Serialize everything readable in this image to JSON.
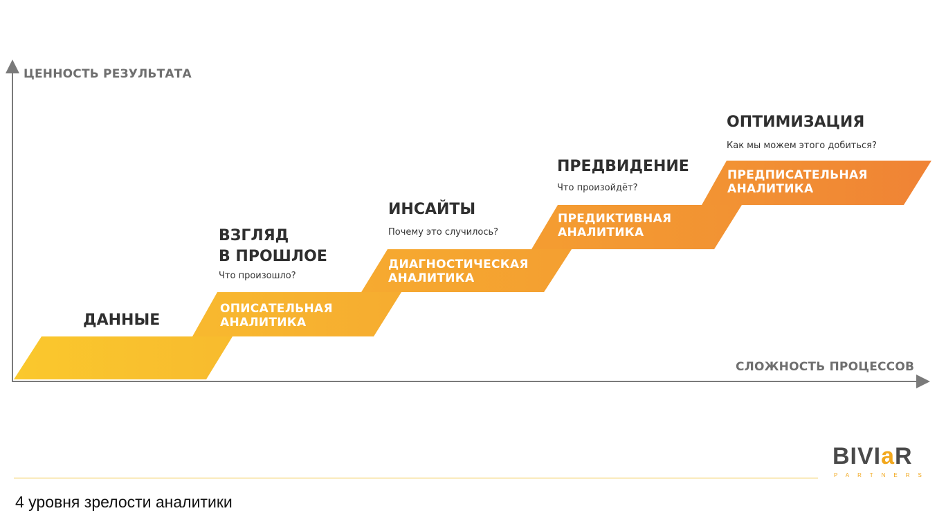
{
  "axes": {
    "y_label": "ЦЕННОСТЬ РЕЗУЛЬТАТА",
    "x_label": "СЛОЖНОСТЬ ПРОЦЕССОВ"
  },
  "stages": [
    {
      "title_lines": [
        "ДАННЫЕ"
      ],
      "question": "",
      "label_lines": [],
      "color": "#f9c22e"
    },
    {
      "title_lines": [
        "ВЗГЛЯД",
        "В ПРОШЛОЕ"
      ],
      "question": "Что произошло?",
      "label_lines": [
        "ОПИСАТЕЛЬНАЯ",
        "АНАЛИТИКА"
      ],
      "color": "#f6b230"
    },
    {
      "title_lines": [
        "ИНСАЙТЫ"
      ],
      "question": "Почему это случилось?",
      "label_lines": [
        "ДИАГНОСТИЧЕСКАЯ",
        "АНАЛИТИКА"
      ],
      "color": "#f5a530"
    },
    {
      "title_lines": [
        "ПРЕДВИДЕНИЕ"
      ],
      "question": "Что произойдёт?",
      "label_lines": [
        "ПРЕДИКТИВНАЯ",
        "АНАЛИТИКА"
      ],
      "color": "#f39a32"
    },
    {
      "title_lines": [
        "ОПТИМИЗАЦИЯ"
      ],
      "question": "Как мы можем этого добиться?",
      "label_lines": [
        "ПРЕДПИСАТЕЛЬНАЯ",
        "АНАЛИТИКА"
      ],
      "color": "#f18a34"
    }
  ],
  "caption": "4 уровня зрелости аналитики",
  "logo": {
    "name_part1": "BIVI",
    "name_accent": "a",
    "name_part2": "R",
    "subtitle": "PARTNERS"
  },
  "colors": {
    "axis": "#7a7a7a",
    "divider": "#f0c23a",
    "accent": "#f2a81e"
  }
}
